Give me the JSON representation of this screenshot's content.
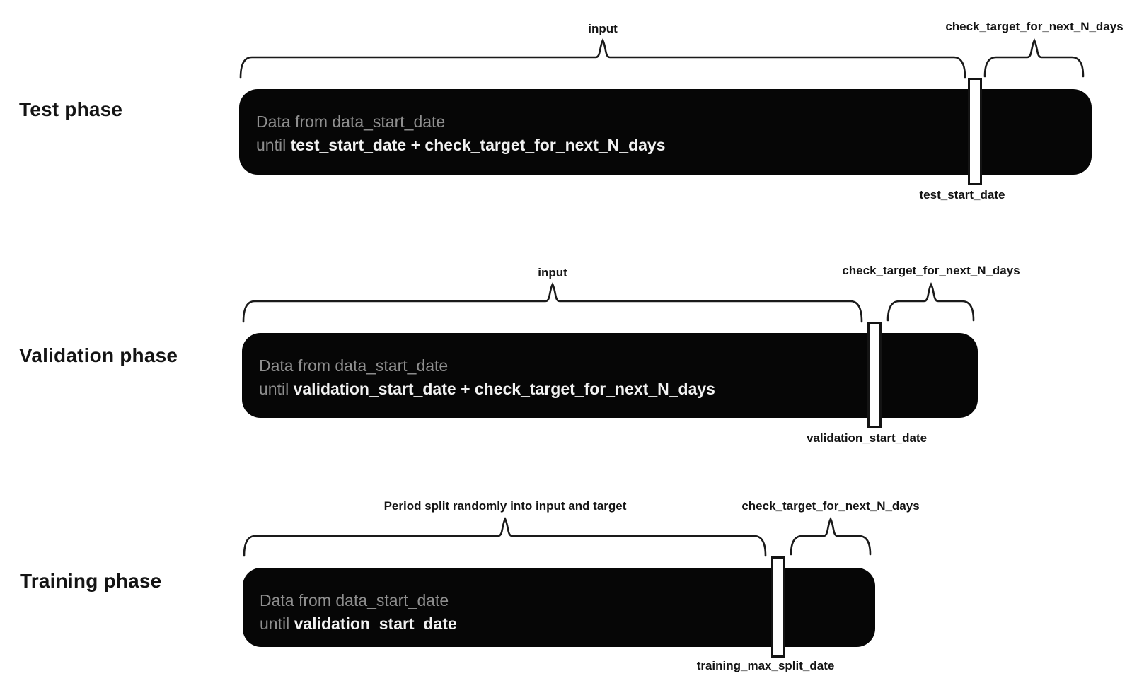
{
  "title": "Train / validation / test split diagram",
  "colors": {
    "bar": "#060606",
    "muted_text": "#8f8f8f",
    "emphasis_text": "#f2f2f2",
    "stroke": "#1a1a1a",
    "background": "#ffffff"
  },
  "phases": [
    {
      "name": "Test phase",
      "bar_line1": "Data from data_start_date",
      "bar_line2_prefix": "until ",
      "bar_line2_emphasis": "test_start_date + check_target_for_next_N_days",
      "input_label": "input",
      "target_label": "check_target_for_next_N_days",
      "marker_label": "test_start_date"
    },
    {
      "name": "Validation phase",
      "bar_line1": "Data from data_start_date",
      "bar_line2_prefix": "until ",
      "bar_line2_emphasis": "validation_start_date + check_target_for_next_N_days",
      "input_label": "input",
      "target_label": "check_target_for_next_N_days",
      "marker_label": "validation_start_date"
    },
    {
      "name": "Training phase",
      "bar_line1": "Data from data_start_date",
      "bar_line2_prefix": "until ",
      "bar_line2_emphasis": "validation_start_date",
      "input_label": "Period split randomly into input and target",
      "target_label": "check_target_for_next_N_days",
      "marker_label": "training_max_split_date"
    }
  ]
}
